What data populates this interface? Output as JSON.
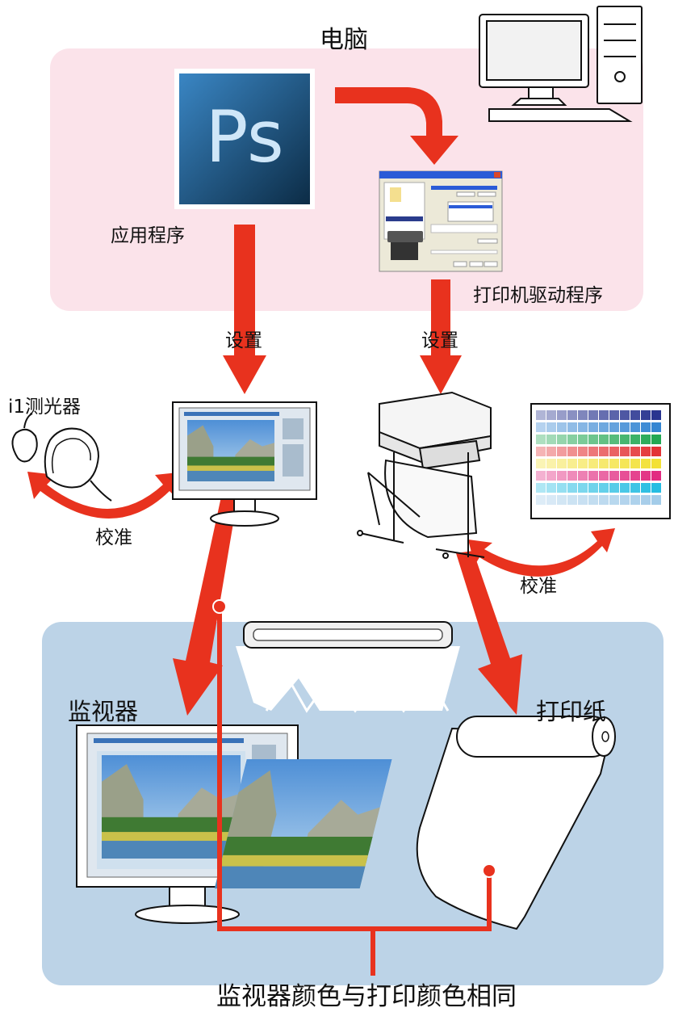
{
  "labels": {
    "computer": "电脑",
    "application": "应用程序",
    "printer_driver": "打印机驱动程序",
    "setting_left": "设置",
    "setting_right": "设置",
    "colorimeter": "i1测光器",
    "calibrate_left": "校准",
    "calibrate_right": "校准",
    "monitor": "监视器",
    "print_paper": "打印纸",
    "conclusion": "监视器颜色与打印颜色相同"
  },
  "app_icon": {
    "name": "photoshop-icon",
    "text": "Ps"
  },
  "colors": {
    "arrow": "#e8321e",
    "panel_pc": "#fbe3ea",
    "panel_output": "#bcd3e7",
    "ps_dark": "#0f2f4a",
    "ps_light": "#2f79b6"
  }
}
